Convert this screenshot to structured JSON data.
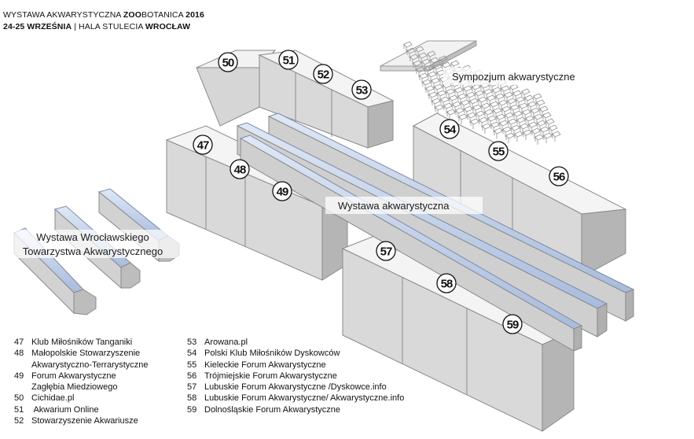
{
  "header": {
    "line1_a": "WYSTAWA AKWARYSTYCZNA ",
    "line1_b": "ZOO",
    "line1_c": "BOTANICA ",
    "line1_d": "2016",
    "line2_a": "24-25 WRZEŚNIA",
    "line2_b": " | HALA STULECIA ",
    "line2_c": "WROCŁAW"
  },
  "areas": {
    "symposium": "Sympozjum akwarystyczne",
    "exhibition": "Wystawa akwarystyczna",
    "society_line1": "Wystawa Wrocławskiego",
    "society_line2": "Towarzystwa Akwarystycznego"
  },
  "stands": [
    "50",
    "51",
    "52",
    "53",
    "47",
    "48",
    "49",
    "54",
    "55",
    "56",
    "57",
    "58",
    "59"
  ],
  "legend_left": [
    {
      "num": "47",
      "text": "Klub Miłośników Tanganiki"
    },
    {
      "num": "48",
      "text": "Małopolskie Stowarzyszenie"
    },
    {
      "num": "",
      "text": "Akwarystyczno-Terrarystyczne"
    },
    {
      "num": "49",
      "text": "Forum Akwarystyczne"
    },
    {
      "num": "",
      "text": "Zagłębia Miedziowego"
    },
    {
      "num": "50",
      "text": "Cichidae.pl"
    },
    {
      "num": "51",
      "text": " Akwarium Online"
    },
    {
      "num": "52",
      "text": "Stowarzyszenie Akwariusze"
    }
  ],
  "legend_right": [
    {
      "num": "53",
      "text": "Arowana.pl"
    },
    {
      "num": "54",
      "text": "Polski Klub Miłośników Dyskowców"
    },
    {
      "num": "55",
      "text": "Kieleckie Forum Akwarystyczne"
    },
    {
      "num": "56",
      "text": "Trójmiejskie Forum Akwarystyczne"
    },
    {
      "num": "57",
      "text": "Lubuskie Forum Akwarystyczne /Dyskowce.info"
    },
    {
      "num": "58",
      "text": "Lubuskie Forum Akwarystyczne/ Akwarystyczne.info"
    },
    {
      "num": "59",
      "text": "Dolnośląskie Forum Akwarystyczne"
    }
  ],
  "colors": {
    "block_top": "#f4f4f4",
    "block_front": "#dadada",
    "block_side": "#b9b9b9",
    "tank_glass": "#b7c8e6"
  }
}
